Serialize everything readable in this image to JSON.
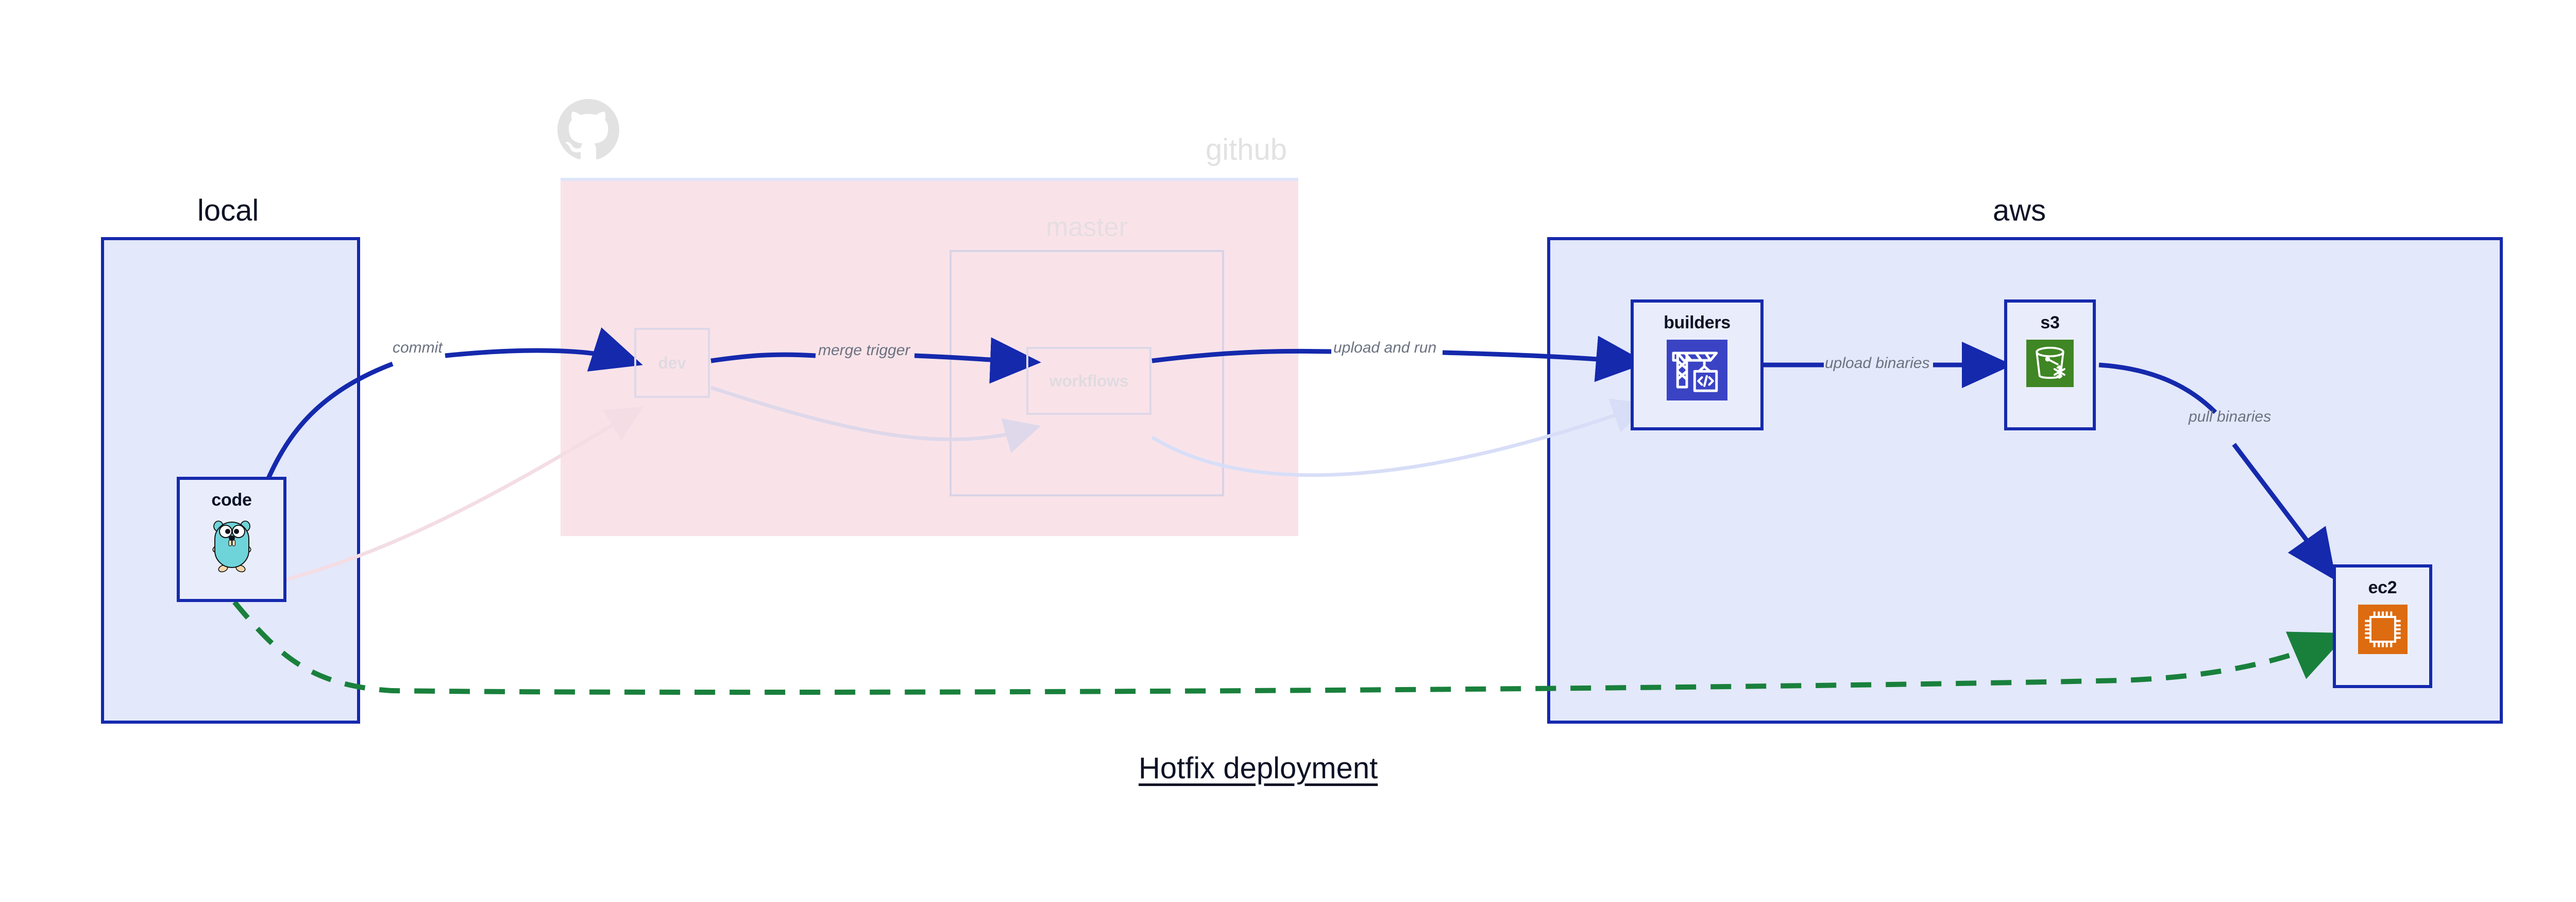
{
  "caption": {
    "text": "Hotfix deployment"
  },
  "groups": [
    {
      "id": "local",
      "label": "local",
      "color": "#e3e8fb",
      "border": "#1529ad"
    },
    {
      "id": "github",
      "label": "github",
      "color": "#f9e3e9",
      "border": "#dfe5fa"
    },
    {
      "id": "master",
      "label": "master",
      "color": "transparent",
      "border": "#d9d3e6"
    },
    {
      "id": "aws",
      "label": "aws",
      "color": "#e3e8fb",
      "border": "#1529ad"
    }
  ],
  "nodes": [
    {
      "id": "code",
      "label": "code",
      "icon": "go-gopher-icon",
      "group": "local",
      "state": "active"
    },
    {
      "id": "dev",
      "label": "dev",
      "icon": "none",
      "group": "github",
      "state": "faded"
    },
    {
      "id": "workflows",
      "label": "workflows",
      "icon": "none",
      "group": "master",
      "state": "faded"
    },
    {
      "id": "builders",
      "label": "builders",
      "icon": "crane-code-icon",
      "group": "aws",
      "state": "active",
      "icon_color": "#3a43c4"
    },
    {
      "id": "s3",
      "label": "s3",
      "icon": "s3-bucket-icon",
      "group": "aws",
      "state": "active",
      "icon_color": "#3f8624"
    },
    {
      "id": "ec2",
      "label": "ec2",
      "icon": "cpu-chip-icon",
      "group": "aws",
      "state": "active",
      "icon_color": "#dd6b10"
    }
  ],
  "edges": [
    {
      "id": "commit",
      "label": "commit",
      "from": "code",
      "to": "dev",
      "style": "solid",
      "color": "#1529ad"
    },
    {
      "id": "merge-trigger",
      "label": "merge trigger",
      "from": "dev",
      "to": "workflows",
      "style": "solid",
      "color": "#1529ad"
    },
    {
      "id": "upload-and-run",
      "label": "upload and run",
      "from": "workflows",
      "to": "builders",
      "style": "solid",
      "color": "#1529ad"
    },
    {
      "id": "upload-binaries",
      "label": "upload binaries",
      "from": "builders",
      "to": "s3",
      "style": "solid",
      "color": "#1529ad"
    },
    {
      "id": "pull-binaries",
      "label": "pull binaries",
      "from": "s3",
      "to": "ec2",
      "style": "solid",
      "color": "#1529ad"
    },
    {
      "id": "hotfix-direct",
      "label": "",
      "from": "code",
      "to": "ec2",
      "style": "dashed",
      "color": "#19803c"
    }
  ],
  "colors": {
    "accent_blue": "#1529ad",
    "group_blue_fill": "#e3e8fb",
    "node_fill": "#e9edfb",
    "github_pink": "#f9e3e9",
    "dashed_green": "#19803c",
    "faded_grey": "#e2e2e2",
    "label_grey": "#6b7280",
    "title_navy": "#0d1226"
  }
}
